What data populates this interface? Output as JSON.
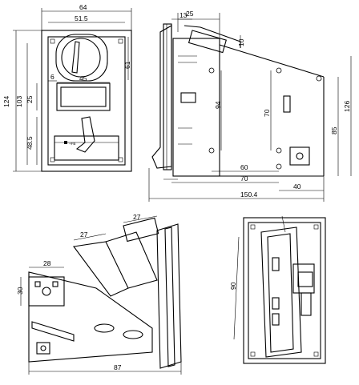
{
  "views": {
    "front": {
      "dims": {
        "overall_width": "64",
        "inner_width": "51.5",
        "height_overall": "124",
        "height_inner": "103",
        "slot_offset": "6",
        "slot_width": "45",
        "slot_height": "25",
        "return_height": "48.5",
        "top_right_height": "61"
      },
      "tag": "+FB"
    },
    "side": {
      "dims": {
        "d25": "25",
        "d13": "13",
        "d10": "10",
        "d94": "94",
        "d70": "70",
        "d126": "126",
        "d85": "85",
        "d60": "60",
        "d70b": "70",
        "d40": "40",
        "d150": "150.4"
      }
    },
    "bottom_left": {
      "dims": {
        "d27a": "27",
        "d27b": "27",
        "d28": "28",
        "d30": "30",
        "d87": "87"
      }
    },
    "bottom_right": {
      "dims": {
        "d90": "90"
      }
    }
  }
}
